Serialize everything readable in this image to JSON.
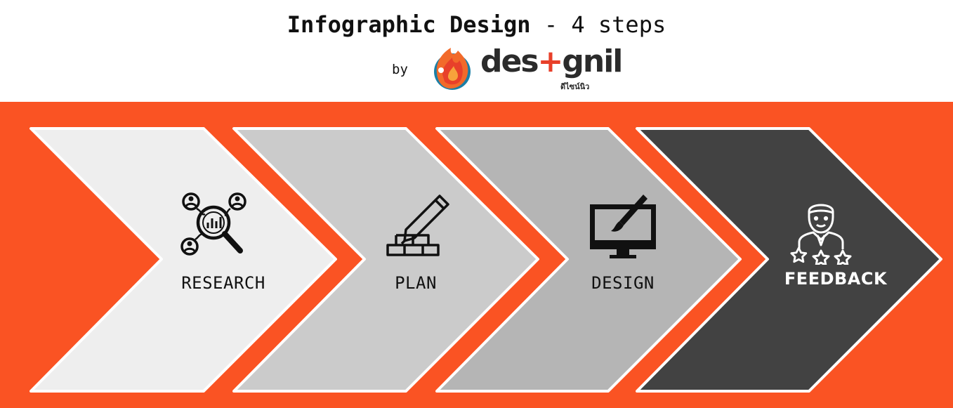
{
  "header": {
    "title_bold": "Infographic Design",
    "title_rest": " - 4 steps",
    "by": "by",
    "logo": {
      "wordmark_left": "des",
      "wordmark_plus": "+",
      "wordmark_right": "gnil",
      "subtext": "ดีไซน์นิว",
      "icon": "flame-logo-icon"
    }
  },
  "colors": {
    "band": "#fa5323",
    "step_fills": [
      "#eeeeee",
      "#cbcbcb",
      "#b5b5b5",
      "#424242"
    ],
    "arrow_border": "#ffffff"
  },
  "steps": [
    {
      "label": "RESEARCH",
      "icon": "research-analytics-icon",
      "text_color": "#111111"
    },
    {
      "label": "PLAN",
      "icon": "pencil-bricks-icon",
      "text_color": "#111111"
    },
    {
      "label": "DESIGN",
      "icon": "monitor-brush-icon",
      "text_color": "#111111"
    },
    {
      "label": "FEEDBACK",
      "icon": "person-stars-icon",
      "text_color": "#ffffff"
    }
  ]
}
